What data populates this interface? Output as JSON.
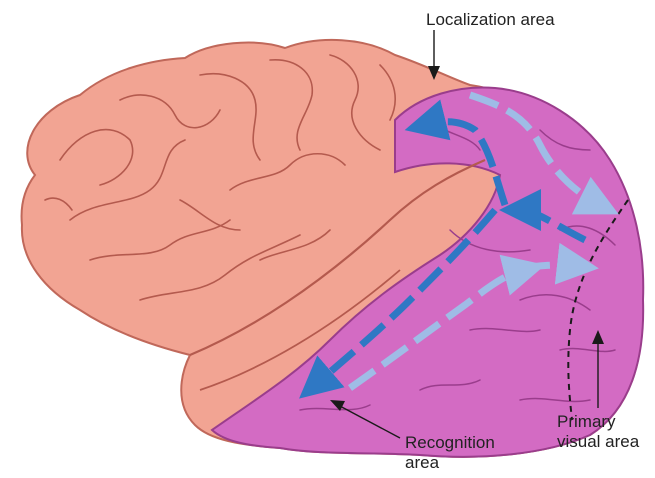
{
  "labels": {
    "localization": "Localization area",
    "recognition_line1": "Recognition",
    "recognition_line2": "area",
    "primary_line1": "Primary",
    "primary_line2": "visual area"
  },
  "colors": {
    "brain_pink": "#f2a493",
    "brain_outline": "#c0685a",
    "gyri_lines": "#b45a4e",
    "visual_region": "#d36bc3",
    "visual_outline": "#9a3d8c",
    "dark_arrow": "#2f78c4",
    "light_arrow": "#9fbce6",
    "text": "#222222"
  }
}
